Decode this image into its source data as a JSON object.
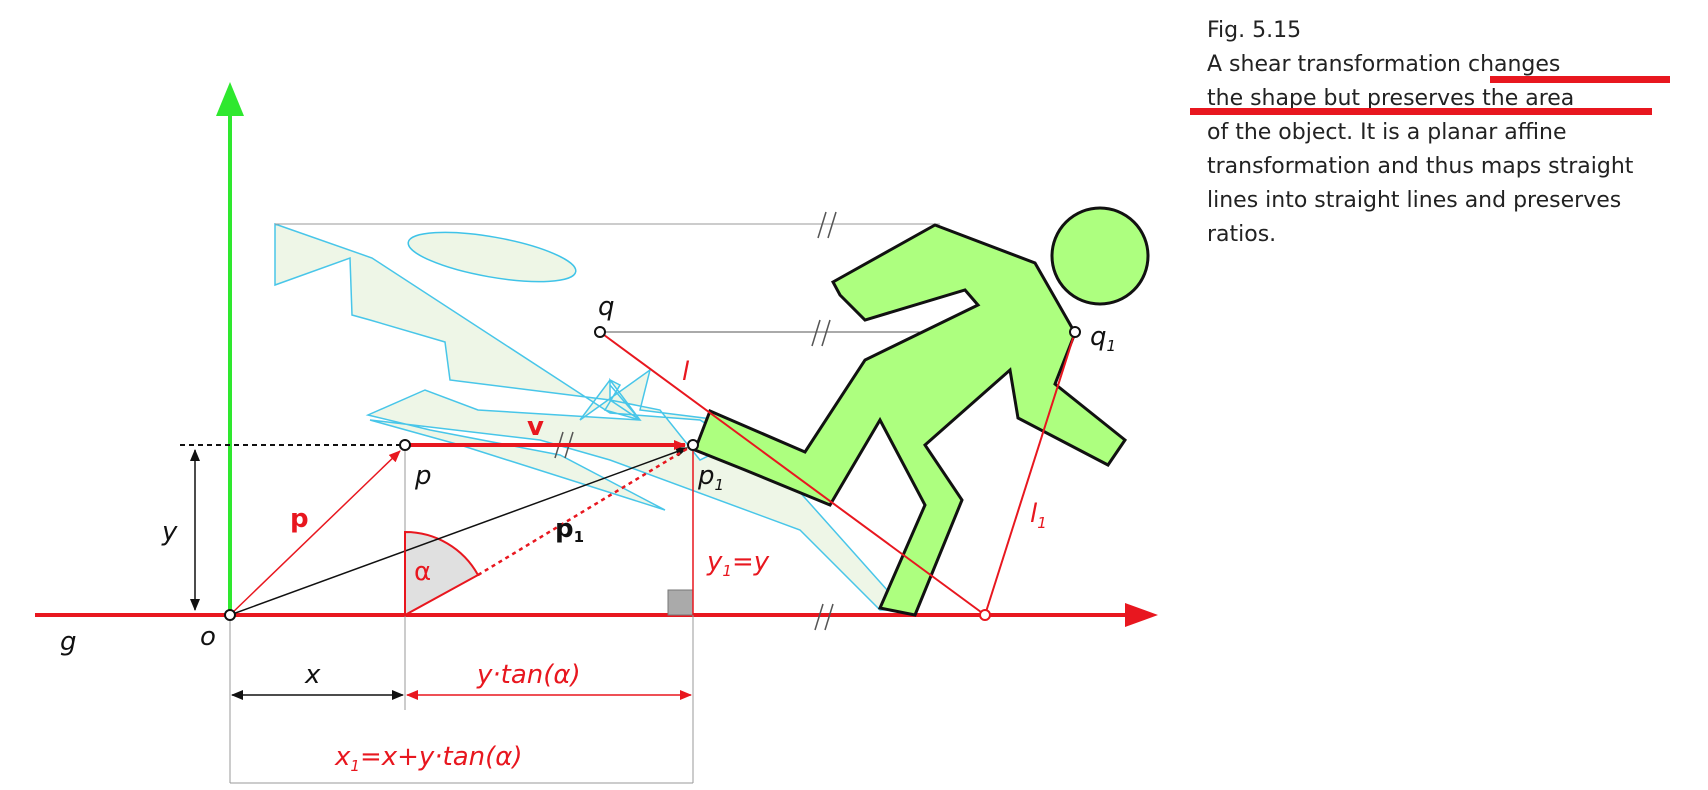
{
  "caption": {
    "fig_number": "Fig. 5.15",
    "lines": [
      "A shear transformation changes",
      "the shape but preserves the area",
      "of the object. It is a planar affine",
      "transformation and thus maps straight",
      "lines into straight lines and preserves",
      "ratios."
    ]
  },
  "labels": {
    "g": "g",
    "o": "o",
    "x": "x",
    "y": "y",
    "p": "p",
    "p_vec": "p",
    "p1": "p",
    "p1_sub": "1",
    "p1_vec": "p",
    "p1_vec_sub": "1",
    "v": "v",
    "alpha": "α",
    "y1_eq_y": "y",
    "y1_sub": "1",
    "y1_rest": "=y",
    "ytan": "y·tan(α)",
    "x1_formula_x": "x",
    "x1_formula_sub": "1",
    "x1_formula_rest": "=x+y·tan(α)",
    "q": "q",
    "q1": "q",
    "q1_sub": "1",
    "l": "l",
    "l1": "l",
    "l1_sub": "1",
    "parallel_mark": "//"
  },
  "colors": {
    "red": "#e8171f",
    "green_axis": "#2ee82e",
    "figure_fill": "#adff7f",
    "ghost_stroke": "#3fc3e8",
    "ghost_fill": "#eef6e6",
    "alpha_fill": "#e0e0e0"
  }
}
